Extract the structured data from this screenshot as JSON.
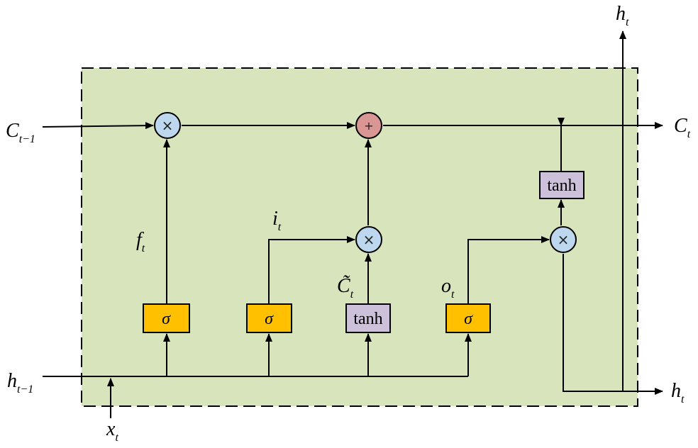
{
  "labels": {
    "c_prev": {
      "main": "C",
      "sub": "t−1"
    },
    "c_out": {
      "main": "C",
      "sub": "t"
    },
    "h_prev": {
      "main": "h",
      "sub": "t−1"
    },
    "h_out_right": {
      "main": "h",
      "sub": "t"
    },
    "h_out_top": {
      "main": "h",
      "sub": "t"
    },
    "x_in": {
      "main": "x",
      "sub": "t"
    },
    "forget": {
      "main": "f",
      "sub": "t"
    },
    "input": {
      "main": "i",
      "sub": "t"
    },
    "candidate": {
      "main": "C̃",
      "sub": "t"
    },
    "output": {
      "main": "o",
      "sub": "t"
    }
  },
  "gates": {
    "forget_sigma": "σ",
    "input_sigma": "σ",
    "candidate_tanh": "tanh",
    "output_sigma": "σ",
    "cell_tanh": "tanh"
  },
  "operators": {
    "forget_mult": "×",
    "cell_add": "+",
    "input_mult": "×",
    "output_mult": "×"
  },
  "colors": {
    "cell_background": "#d8e4bc",
    "sigma_gate": "#ffc000",
    "tanh_gate": "#ccc0da",
    "multiply_node": "#bdd7ee",
    "add_node": "#d99694",
    "line": "#000000"
  }
}
